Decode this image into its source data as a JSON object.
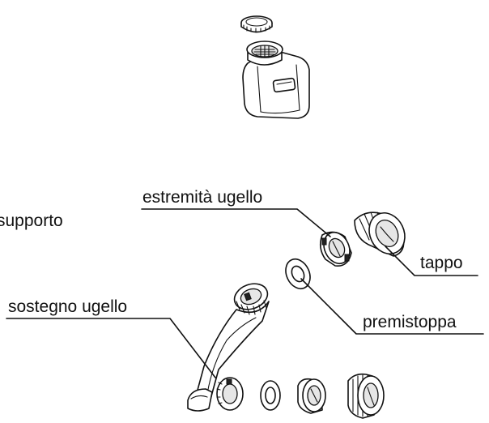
{
  "labels": {
    "supporto": "supporto",
    "estremita_ugello": "estremità ugello",
    "tappo": "tappo",
    "sostegno_ugello": "sostegno ugello",
    "premistoppa": "premistoppa"
  }
}
